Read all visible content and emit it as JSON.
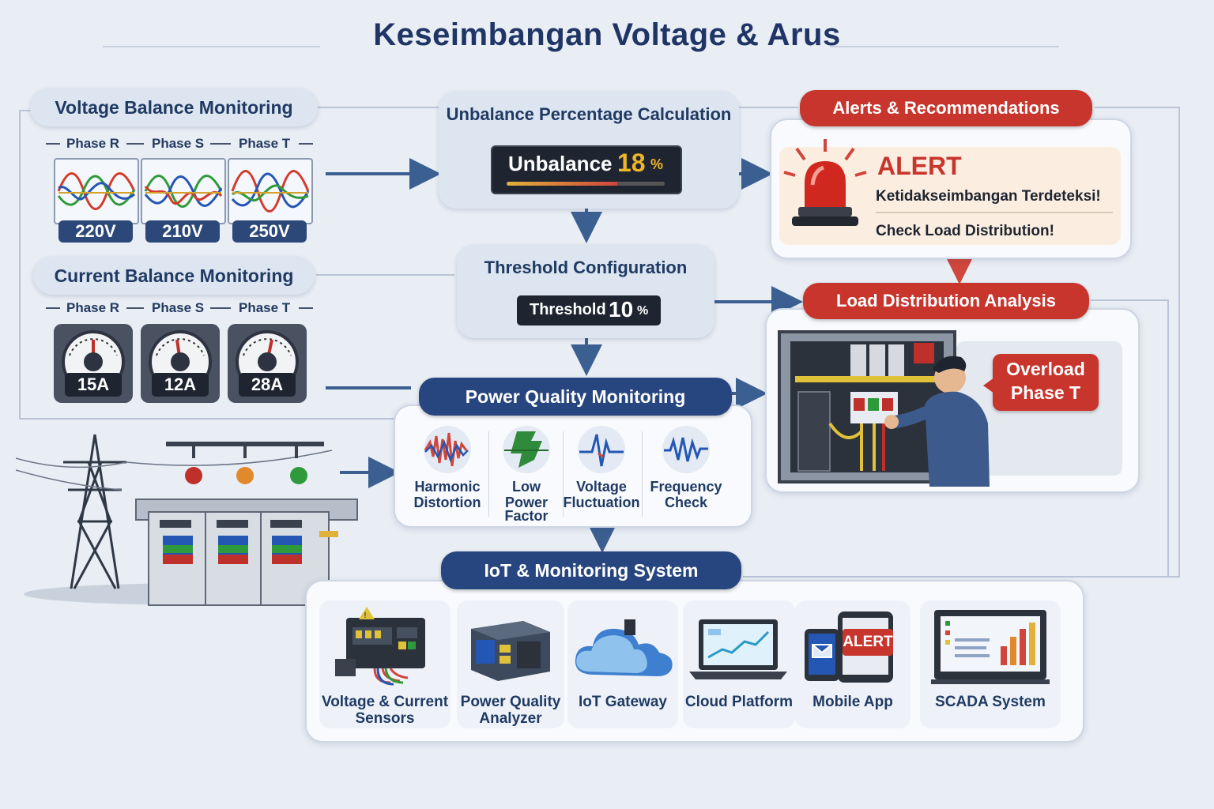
{
  "title": "Keseimbangan Voltage & Arus",
  "voltage_panel": {
    "title": "Voltage Balance Monitoring",
    "phases": [
      "Phase R",
      "Phase S",
      "Phase T"
    ],
    "values": [
      "220V",
      "210V",
      "250V"
    ]
  },
  "current_panel": {
    "title": "Current Balance Monitoring",
    "phases": [
      "Phase R",
      "Phase S",
      "Phase T"
    ],
    "values": [
      "15A",
      "12A",
      "28A"
    ]
  },
  "unbalance": {
    "title": "Unbalance Percentage Calculation",
    "label": "Unbalance",
    "value": "18",
    "unit": "%"
  },
  "threshold": {
    "title": "Threshold Configuration",
    "label": "Threshold",
    "value": "10",
    "unit": "%"
  },
  "alerts": {
    "title": "Alerts & Recommendations",
    "alert_word": "ALERT",
    "message": "Ketidakseimbangan Terdeteksi!",
    "recommendation": "Check Load Distribution!"
  },
  "load_analysis": {
    "title": "Load Distribution Analysis",
    "bubble_line1": "Overload",
    "bubble_line2": "Phase T"
  },
  "power_quality": {
    "title": "Power Quality Monitoring",
    "items": [
      {
        "line1": "Harmonic",
        "line2": "Distortion",
        "line3": "",
        "icon": "harmonic-wave-icon"
      },
      {
        "line1": "Low",
        "line2": "Power",
        "line3": "Factor",
        "icon": "low-power-factor-icon"
      },
      {
        "line1": "Voltage",
        "line2": "Fluctuation",
        "line3": "",
        "icon": "voltage-fluctuation-icon"
      },
      {
        "line1": "Frequency",
        "line2": "Check",
        "line3": "",
        "icon": "frequency-wave-icon"
      }
    ]
  },
  "iot": {
    "title": "IoT & Monitoring System",
    "items": [
      {
        "line1": "Voltage & Current",
        "line2": "Sensors",
        "icon": "sensor-device-icon"
      },
      {
        "line1": "Power Quality",
        "line2": "Analyzer",
        "icon": "analyzer-device-icon"
      },
      {
        "line1": "IoT Gateway",
        "line2": "",
        "icon": "cloud-gateway-icon"
      },
      {
        "line1": "Cloud Platform",
        "line2": "",
        "icon": "laptop-icon"
      },
      {
        "line1": "Mobile App",
        "line2": "",
        "icon": "mobile-app-icon",
        "badge": "ALERT"
      },
      {
        "line1": "SCADA System",
        "line2": "",
        "icon": "scada-monitor-icon"
      }
    ]
  },
  "colors": {
    "navy": "#27457e",
    "alert_red": "#c8352d",
    "background": "#e9edf4"
  }
}
